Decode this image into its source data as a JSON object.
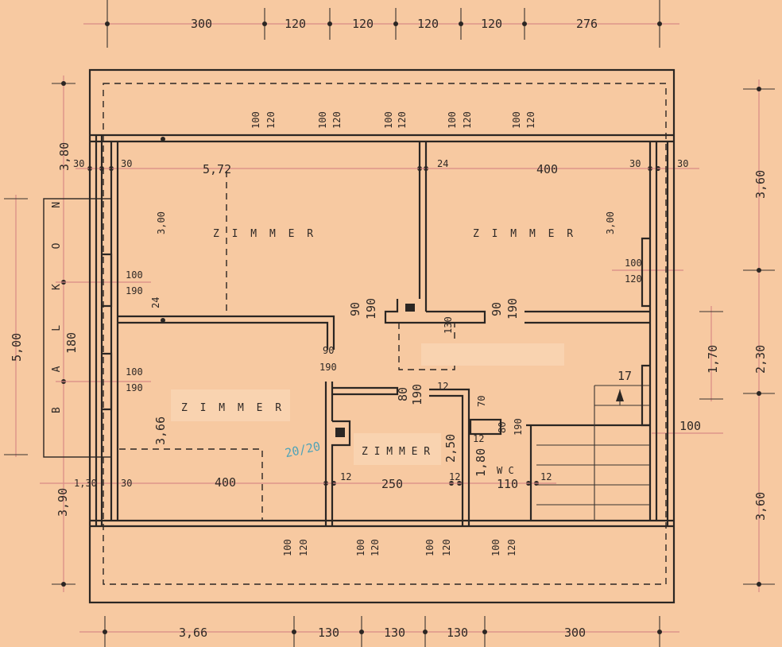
{
  "title": "Floor plan",
  "dims_top": [
    "300",
    "120",
    "120",
    "120",
    "120",
    "276"
  ],
  "dims_bottom": [
    "3,66",
    "130",
    "130",
    "130",
    "300"
  ],
  "dims_left": [
    "3,80",
    "5,00",
    "3,90"
  ],
  "dims_right": [
    "3,60",
    "2,30",
    "3,60",
    "1,70",
    "100"
  ],
  "rooms": {
    "zimmer_nw": "Z I M M E R",
    "zimmer_ne": "Z I M M E R",
    "zimmer_w": "Z I M M E R",
    "zimmer_c": "Z I M M E R",
    "balkon": "B A L K O N",
    "wc": "W C"
  },
  "inner": {
    "w572": "5,72",
    "w400_top": "400",
    "t30a": "30",
    "t30b": "30",
    "t30c": "30",
    "t30d": "30",
    "t24": "24",
    "h300a": "3,00",
    "h300b": "3,00",
    "h366": "3,66",
    "h24": "24",
    "b180": "180",
    "w130": "1,30",
    "w30": "30",
    "w400_bot": "400",
    "w12a": "12",
    "w250": "250",
    "w12b": "12",
    "w110": "110",
    "w12c": "12",
    "h250": "2,50",
    "h180": "1,80",
    "w12d": "12",
    "h80a": "80",
    "h190a": "190",
    "h70": "70",
    "h12e": "12",
    "d90a": "90",
    "d190a": "190",
    "d90b": "90",
    "d190b": "190",
    "d90c": "90",
    "d190c": "190",
    "d130": "130",
    "d80b": "80",
    "d190d": "190",
    "chimney": "20/20",
    "stairs": "17"
  },
  "openings": {
    "a": "100",
    "b": "120",
    "c": "190"
  }
}
